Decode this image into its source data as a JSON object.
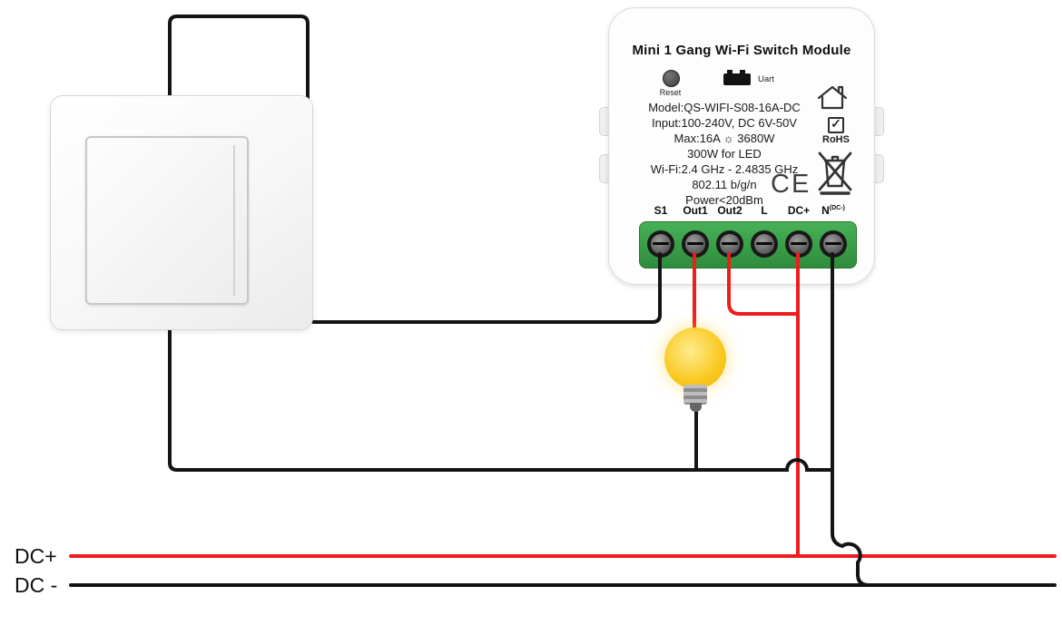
{
  "diagram": {
    "module": {
      "title": "Mini 1 Gang Wi-Fi Switch Module",
      "reset_label": "Reset",
      "uart_label": "Uart",
      "specs": [
        "Model:QS-WIFI-S08-16A-DC",
        "Input:100-240V, DC 6V-50V",
        "Max:16A ☼ 3680W",
        "300W for LED",
        "Wi-Fi:2.4 GHz - 2.4835 GHz",
        "802.11 b/g/n",
        "Power<20dBm"
      ],
      "rohs_label": "RoHS",
      "rohs_check": "✓",
      "ce_label": "CE",
      "terminals": [
        "S1",
        "Out1",
        "Out2",
        "L",
        "DC+",
        "N"
      ],
      "terminal_n_sup": "(DC-)"
    },
    "rails": {
      "positive_label": "DC+",
      "negative_label": "DC -"
    },
    "colors": {
      "wire_red": "#ee1d1d",
      "wire_black": "#141414",
      "terminal_green": "#3aa24a",
      "bulb_yellow": "#f7c81e"
    }
  }
}
